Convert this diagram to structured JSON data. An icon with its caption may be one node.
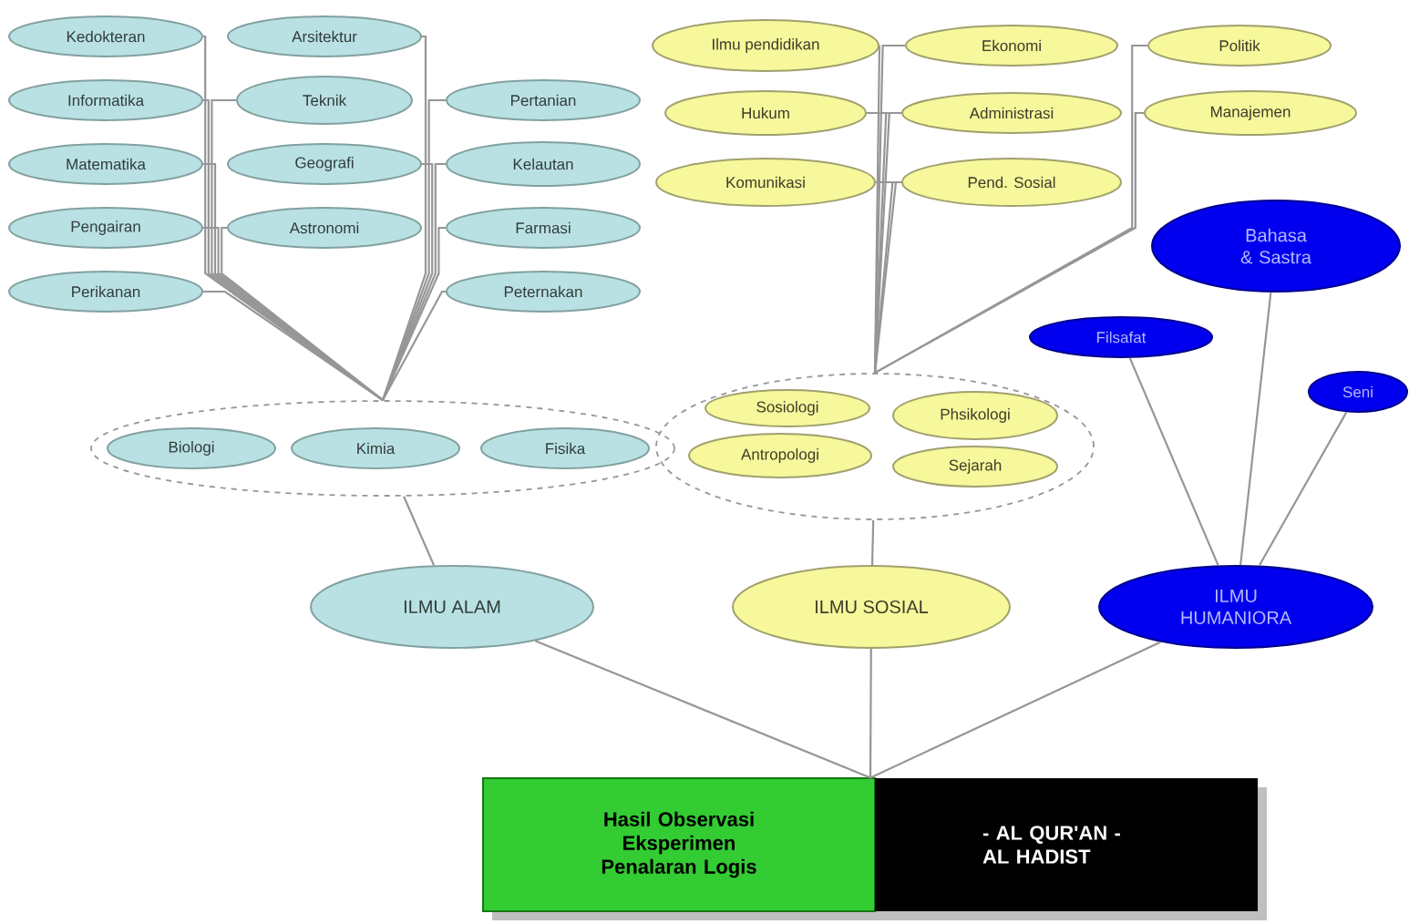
{
  "diagram": {
    "nodes": [
      {
        "text": [
          "Kedokteran"
        ]
      },
      {
        "text": [
          "Arsitektur"
        ]
      },
      {
        "text": [
          "Informatika"
        ]
      },
      {
        "text": [
          "Teknik"
        ]
      },
      {
        "text": [
          "Pertanian"
        ]
      },
      {
        "text": [
          "Matematika"
        ]
      },
      {
        "text": [
          "Geografi"
        ]
      },
      {
        "text": [
          "Kelautan"
        ]
      },
      {
        "text": [
          "Pengairan"
        ]
      },
      {
        "text": [
          "Farmasi"
        ]
      },
      {
        "text": [
          "Astronomi"
        ]
      },
      {
        "text": [
          "Perikanan"
        ]
      },
      {
        "text": [
          "Peternakan"
        ]
      },
      {
        "text": [],
        "shape": "ellipse"
      },
      {
        "text": [
          "Biologi"
        ],
        "in": 13
      },
      {
        "text": [
          "Kimia"
        ],
        "in": 13
      },
      {
        "text": [
          "Fisika"
        ],
        "in": 13
      },
      {
        "text": [
          "ILMU ALAM"
        ]
      },
      {
        "text": [
          "Ilmu pendidikan"
        ]
      },
      {
        "text": [
          "Ekonomi"
        ]
      },
      {
        "text": [
          "Politik"
        ]
      },
      {
        "text": [
          "Administrasi"
        ]
      },
      {
        "text": [
          "Hukum"
        ]
      },
      {
        "text": [
          "Manajemen"
        ]
      },
      {
        "text": [
          "Pend. Sosial"
        ]
      },
      {
        "text": [
          "Komunikasi"
        ]
      },
      {
        "text": [],
        "shape": "ellipse"
      },
      {
        "text": [
          "Sosiologi"
        ],
        "in": 26
      },
      {
        "text": [
          "Phsikologi"
        ],
        "in": 26
      },
      {
        "text": [
          "Antropologi"
        ],
        "in": 26
      },
      {
        "text": [
          "Sejarah"
        ],
        "in": 26
      },
      {
        "text": [
          "ILMU SOSIAL"
        ]
      },
      {
        "text": [
          "Bahasa & Sastra"
        ]
      },
      {
        "text": [
          "Filsafat"
        ]
      },
      {
        "text": [
          "Seni"
        ]
      },
      {
        "text": [
          "ILMU HUMANIORA"
        ]
      },
      {
        "text": [
          "Hasil Observasi Eksperimen Penalaran Logis",
          "- AL QUR'AN - AL HADIST"
        ]
      }
    ],
    "edges": [
      {
        "from": 0,
        "to": 13,
        "arrow": "none"
      },
      {
        "from": 1,
        "to": 13,
        "arrow": "none"
      },
      {
        "from": 2,
        "to": 13,
        "arrow": "none"
      },
      {
        "from": 3,
        "to": 13,
        "arrow": "none"
      },
      {
        "from": 4,
        "to": 13,
        "arrow": "none"
      },
      {
        "from": 5,
        "to": 13,
        "arrow": "none"
      },
      {
        "from": 6,
        "to": 13,
        "arrow": "none"
      },
      {
        "from": 7,
        "to": 13,
        "arrow": "none"
      },
      {
        "from": 8,
        "to": 13,
        "arrow": "none"
      },
      {
        "from": 9,
        "to": 13,
        "arrow": "none"
      },
      {
        "from": 10,
        "to": 13,
        "arrow": "none"
      },
      {
        "from": 11,
        "to": 13,
        "arrow": "none"
      },
      {
        "from": 12,
        "to": 13,
        "arrow": "none"
      },
      {
        "from": 13,
        "to": 17,
        "arrow": "none"
      },
      {
        "from": 18,
        "to": 26,
        "arrow": "none"
      },
      {
        "from": 19,
        "to": 26,
        "arrow": "none"
      },
      {
        "from": 20,
        "to": 26,
        "arrow": "none"
      },
      {
        "from": 21,
        "to": 26,
        "arrow": "none"
      },
      {
        "from": 22,
        "to": 26,
        "arrow": "none"
      },
      {
        "from": 23,
        "to": 26,
        "arrow": "none"
      },
      {
        "from": 24,
        "to": 26,
        "arrow": "none"
      },
      {
        "from": 25,
        "to": 26,
        "arrow": "none"
      },
      {
        "from": 26,
        "to": 31,
        "arrow": "none"
      },
      {
        "from": 32,
        "to": 35,
        "arrow": "none"
      },
      {
        "from": 33,
        "to": 35,
        "arrow": "none"
      },
      {
        "from": 34,
        "to": 35,
        "arrow": "none"
      },
      {
        "from": 17,
        "to": 36,
        "arrow": "none"
      },
      {
        "from": 31,
        "to": 36,
        "arrow": "none"
      },
      {
        "from": 35,
        "to": 36,
        "arrow": "none"
      }
    ]
  }
}
